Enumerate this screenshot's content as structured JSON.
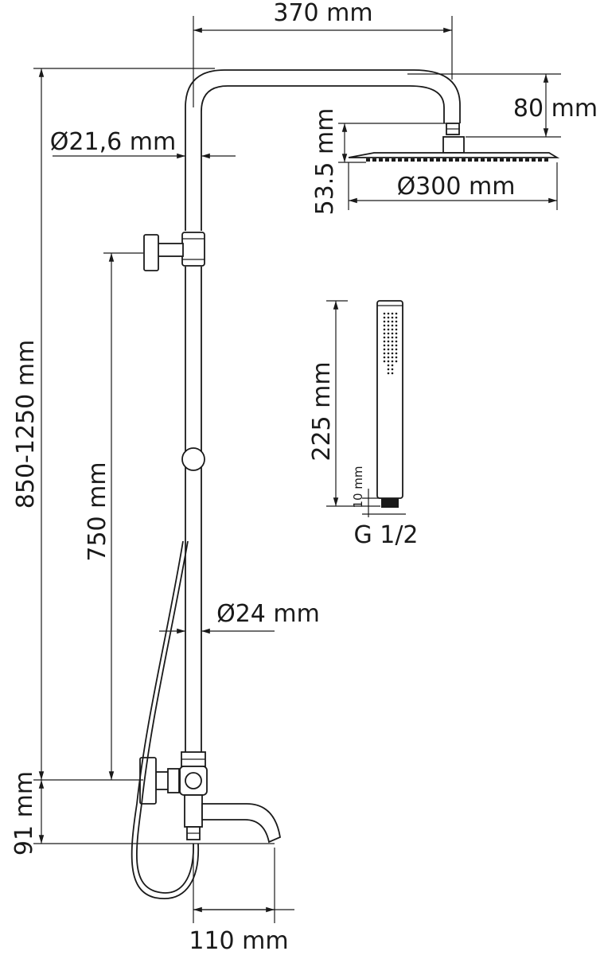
{
  "labels": {
    "arm_length": "370 mm",
    "arm_drop": "80 mm",
    "pipe_diameter_upper": "Ø21,6 mm",
    "head_thickness": "53.5 mm",
    "head_diameter": "Ø300 mm",
    "total_height": "850-1250 mm",
    "slide_bar": "750 mm",
    "pipe_diameter_lower": "Ø24 mm",
    "spout_offset": "91 mm",
    "spout_reach": "110 mm",
    "handshower_length": "225 mm",
    "handshower_connector": "10 mm",
    "thread": "G 1/2"
  }
}
